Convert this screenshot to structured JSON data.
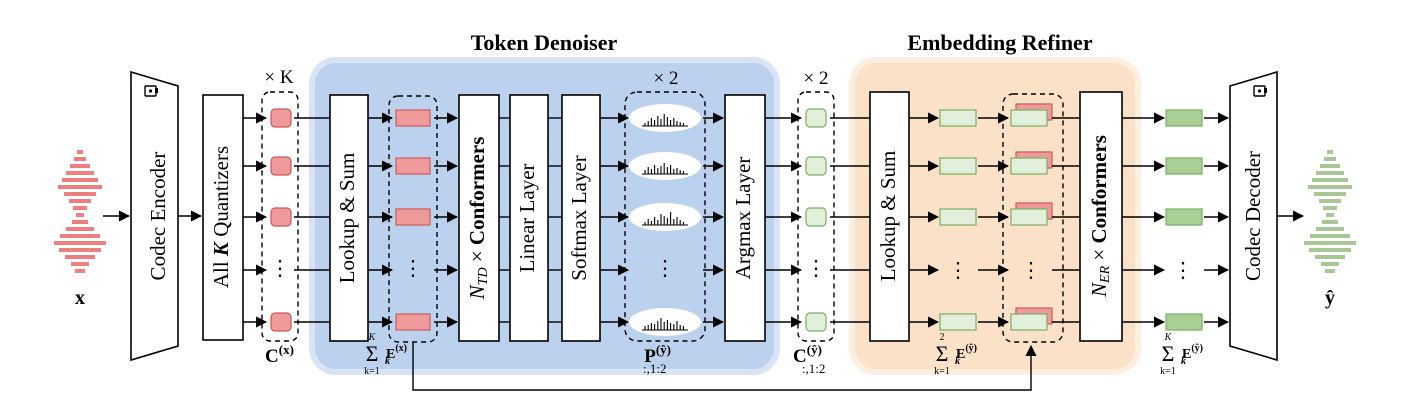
{
  "titles": {
    "token_denoiser": "Token Denoiser",
    "embedding_refiner": "Embedding Refiner"
  },
  "blocks": {
    "codec_encoder": "Codec Encoder",
    "quantizers_prefix": "All",
    "quantizers_k": "K",
    "quantizers_suffix": "Quantizers",
    "lookup_sum": "Lookup & Sum",
    "n_td": "N",
    "n_td_sub": "TD",
    "conformers_mult": "×",
    "conformers": "Conformers",
    "linear_layer": "Linear Layer",
    "softmax_layer": "Softmax Layer",
    "argmax_layer": "Argmax Layer",
    "lookup_sum_2": "Lookup & Sum",
    "n_er": "N",
    "n_er_sub": "ER",
    "codec_decoder": "Codec Decoder"
  },
  "multipliers": {
    "times_k": "× K",
    "times_2_prob": "× 2",
    "times_2_codes": "× 2"
  },
  "ellipsis": "⋮",
  "ellipsis_h": "⋯",
  "io": {
    "input": "x",
    "output": "ŷ"
  },
  "math": {
    "c_x": "C",
    "c_x_sup": "(x)",
    "sum_sym": "Σ",
    "sum_top_k": "K",
    "sum_top_2": "2",
    "sum_bottom": "k=1",
    "e_x": "E",
    "e_x_sub": "k",
    "e_x_sup": "(x)",
    "p_y": "P",
    "p_y_sup": "(ŷ)",
    "p_y_sub": ":,1:2",
    "c_y": "C",
    "c_y_sup": "(ŷ)",
    "c_y_sub": ":,1:2",
    "e_y": "E",
    "e_y_sub": "k",
    "e_y_sup": "(ŷ)"
  },
  "colors": {
    "token_denoiser_bg": "#b9cfee",
    "embedding_refiner_bg": "#fbe0c6",
    "red_fill": "#ef9a9a",
    "red_stroke": "#c85a5a",
    "green_light_fill": "#e2efdb",
    "green_dark_fill": "#a9cf95",
    "green_stroke": "#7cae66",
    "input_wave": "#ee7f7f",
    "output_wave": "#a7c795"
  }
}
